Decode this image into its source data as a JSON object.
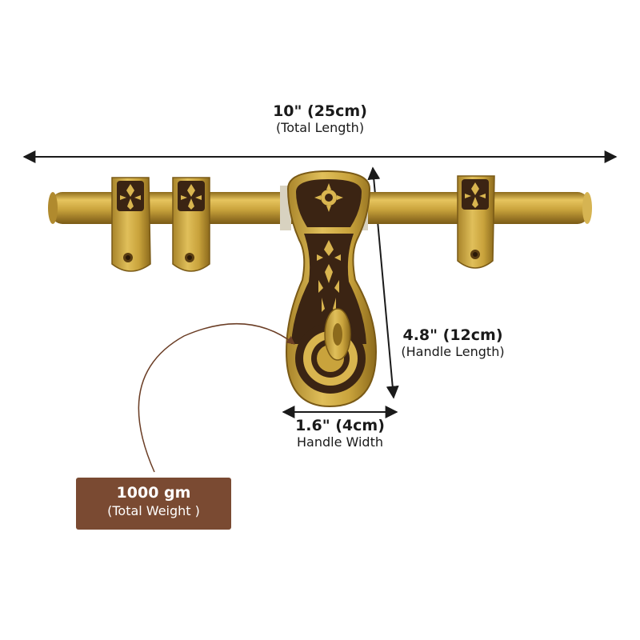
{
  "dimensions": {
    "total_length": {
      "value": "10\" (25cm)",
      "caption": "(Total Length)"
    },
    "handle_length": {
      "value": "4.8\" (12cm)",
      "caption": "(Handle Length)"
    },
    "handle_width": {
      "value": "1.6\" (4cm)",
      "caption": "Handle Width"
    }
  },
  "weight": {
    "value": "1000 gm",
    "caption": "(Total Weight )"
  },
  "colors": {
    "brass": "#c9a33c",
    "brass_dark": "#8c6a1c",
    "engraving": "#3b2413",
    "badge": "#7a4a32",
    "arrow": "#6b3e26",
    "dimension_line": "#1a1a1a"
  }
}
